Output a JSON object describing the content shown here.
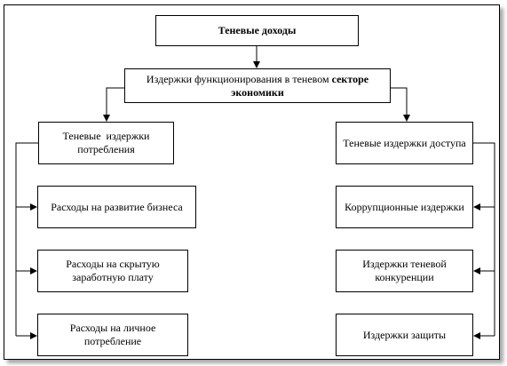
{
  "diagram": {
    "title": "Теневые доходы",
    "costs": {
      "line1": "Издержки функционирования в теневом ",
      "line1_bold": "секторе",
      "line2": "экономики"
    },
    "consumption": "Теневые  издержки потребления",
    "access": "Теневые издержки доступа",
    "left_items": [
      "Расходы на развитие бизнеса",
      "Расходы на скрытую заработную плату",
      "Расходы на личное потребление"
    ],
    "right_items": [
      "Коррупционные издержки",
      "Издержки теневой конкуренции",
      "Издержки защиты"
    ]
  }
}
